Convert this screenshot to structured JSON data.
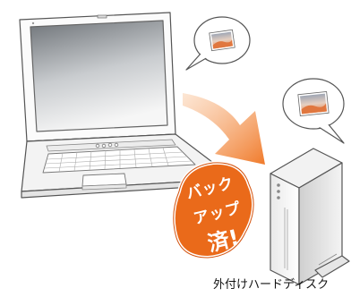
{
  "badge": {
    "line1": "バック",
    "line2": "アップ",
    "line3": "済!"
  },
  "caption": "外付けハードディスク",
  "colors": {
    "arrow": "#f07a2a",
    "badge_fill": "#ea6a1a",
    "badge_outline": "#ffffff",
    "line": "#555555",
    "screen_top": "#6e7378",
    "screen_bottom": "#f4f4f4",
    "photo_sky": "#d8c6b8",
    "photo_land": "#e58a5a"
  },
  "icons": [
    "laptop-icon",
    "photo-icon",
    "external-hdd-icon",
    "arrow-icon"
  ]
}
